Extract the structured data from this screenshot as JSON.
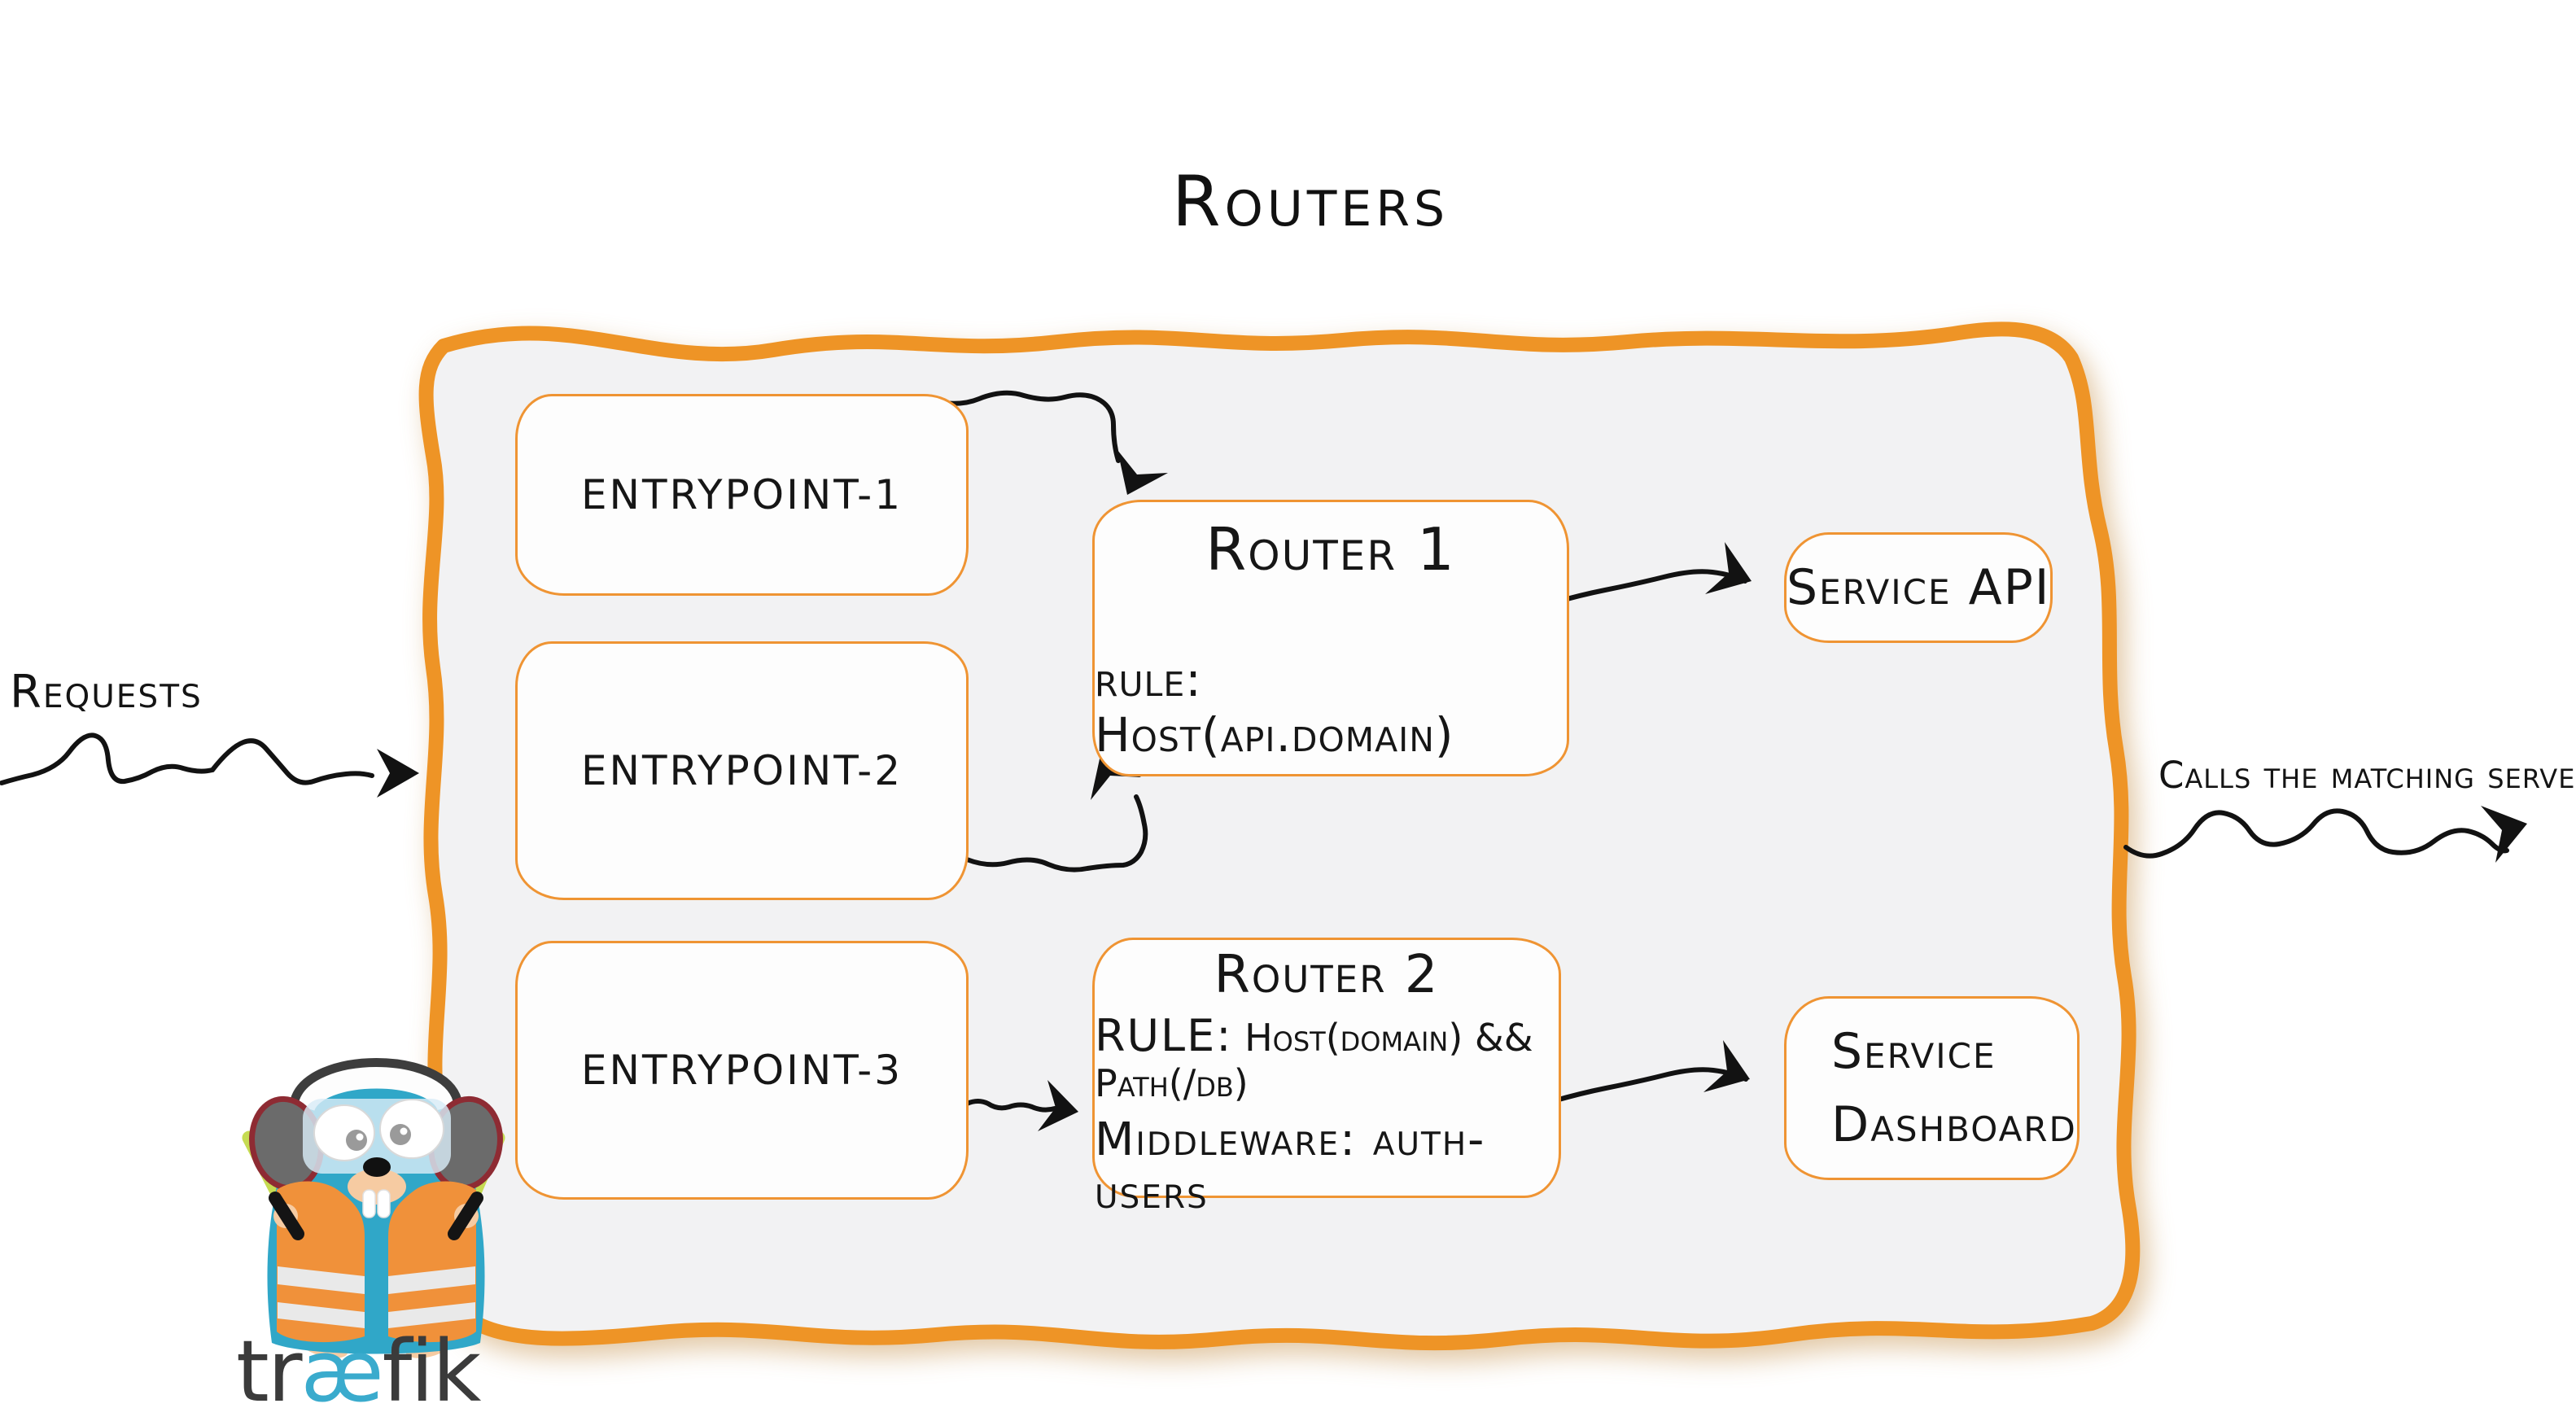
{
  "title": {
    "text": "Routers"
  },
  "labels": {
    "requests": "Requests",
    "calls": "Calls the matching server"
  },
  "entrypoints": [
    {
      "label": "entrypoint-1"
    },
    {
      "label": "entrypoint-2"
    },
    {
      "label": "entrypoint-3"
    }
  ],
  "routers": [
    {
      "name": "Router 1",
      "rule_label": "rule:",
      "rule_value": "Host(api.domain)"
    },
    {
      "name": "Router 2",
      "rule_label": "RULE:",
      "rule_value": "Host(domain) && Path(/db)",
      "middleware_label": "Middleware:",
      "middleware_value": "auth-users"
    }
  ],
  "services": [
    {
      "line1": "Service API"
    },
    {
      "line1": "Service",
      "line2": "Dashboard"
    }
  ],
  "logo": {
    "pre": "tr",
    "mid": "æ",
    "post": "fik"
  },
  "colors": {
    "accent_orange": "#ee9426",
    "box_border_orange": "#ef9433",
    "panel_gray": "#f2f2f3",
    "ink_black": "#141414",
    "gopher_teal": "#30a7c8",
    "wordmark_gray": "#3b3b3b",
    "wordmark_teal": "#3aabcd",
    "vest_orange": "#f0913a",
    "stick_green": "#c6db52"
  }
}
